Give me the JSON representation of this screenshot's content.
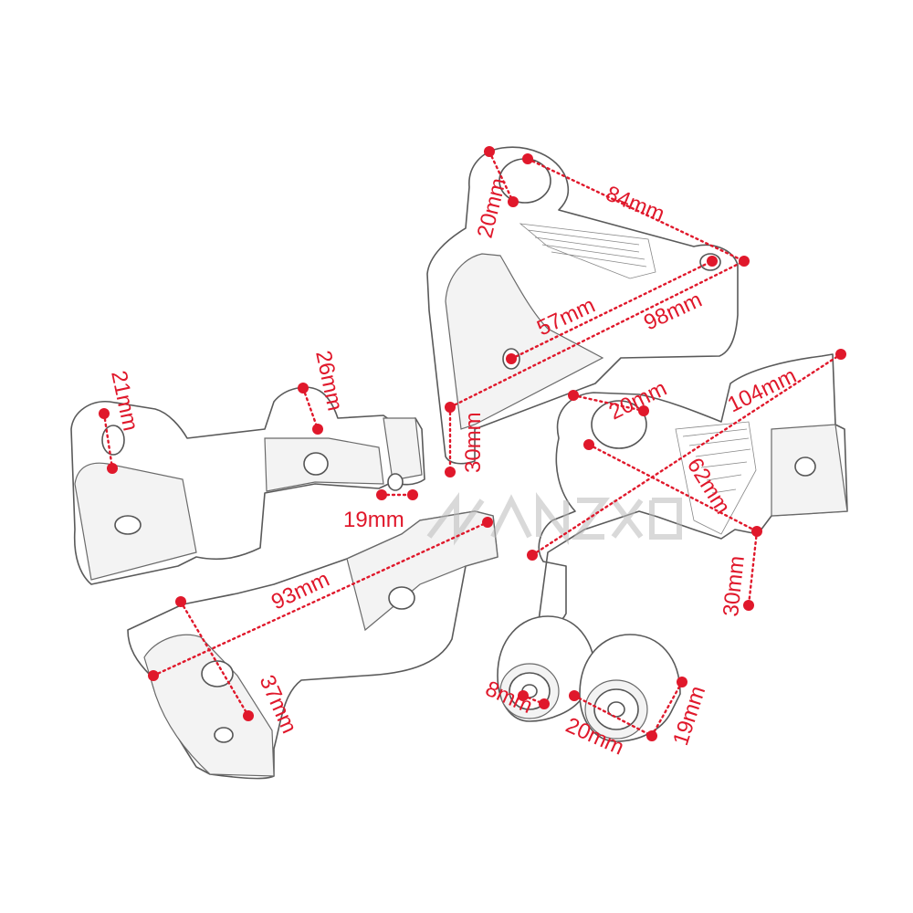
{
  "colors": {
    "dimension": "#e0182b",
    "outline": "#5a5a5a",
    "background": "#ffffff"
  },
  "dimensions": [
    {
      "id": "top-hole-dia",
      "label": "20mm"
    },
    {
      "id": "top-hole-span",
      "label": "84mm"
    },
    {
      "id": "top-mount-hole",
      "label": "57mm"
    },
    {
      "id": "top-overall",
      "label": "98mm"
    },
    {
      "id": "top-height",
      "label": "30mm"
    },
    {
      "id": "left-hole-a",
      "label": "21mm"
    },
    {
      "id": "left-hole-b",
      "label": "26mm"
    },
    {
      "id": "left-tab",
      "label": "19mm"
    },
    {
      "id": "right-hole-dia",
      "label": "20mm"
    },
    {
      "id": "right-overall",
      "label": "104mm"
    },
    {
      "id": "right-mount-hole",
      "label": "62mm"
    },
    {
      "id": "right-height",
      "label": "30mm"
    },
    {
      "id": "bottom-length",
      "label": "93mm"
    },
    {
      "id": "bottom-height",
      "label": "37mm"
    },
    {
      "id": "bearing-inner",
      "label": "8mm"
    },
    {
      "id": "bearing-outer",
      "label": "20mm"
    },
    {
      "id": "bearing-width",
      "label": "19mm"
    }
  ]
}
